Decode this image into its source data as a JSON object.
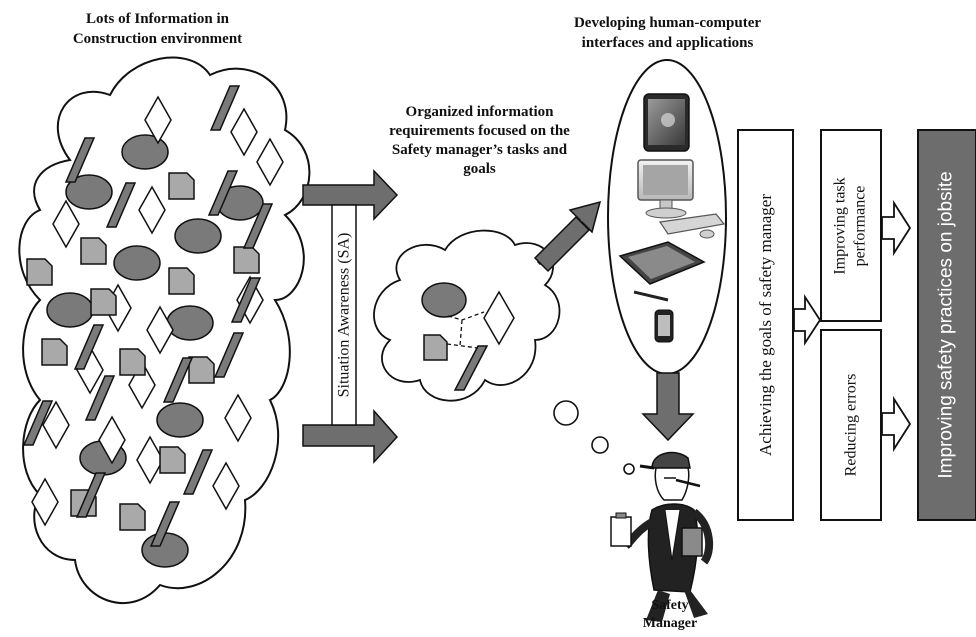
{
  "labels": {
    "info_cloud_title_line1": "Lots of Information in",
    "info_cloud_title_line2": "Construction environment",
    "organized_line1": "Organized information",
    "organized_line2": "requirements focused on the",
    "organized_line3": "Safety manager’s tasks and",
    "organized_line4": "goals",
    "interfaces_line1": "Developing human-computer",
    "interfaces_line2": "interfaces and applications",
    "situation_awareness": "Situation Awareness (SA)",
    "safety_manager_line1": "Safety",
    "safety_manager_line2": "Manager",
    "achieving_goals": "Achieving  the  goals of safety manager",
    "improving_task_line1": "Improving task",
    "improving_task_line2": "performance",
    "reducing_errors": "Reducing errors",
    "improving_safety": "Improving safety  practices on jobsite"
  },
  "colors": {
    "shape_fill": "#7a7a7a",
    "shape_light": "#a9a9a9",
    "arrow_fill": "#6e6e6e",
    "final_box": "#6d6d6d",
    "outline": "#111111"
  },
  "icons": [
    "tablet-icon",
    "desktop-computer-icon",
    "drawing-tablet-icon",
    "smartphone-icon"
  ]
}
